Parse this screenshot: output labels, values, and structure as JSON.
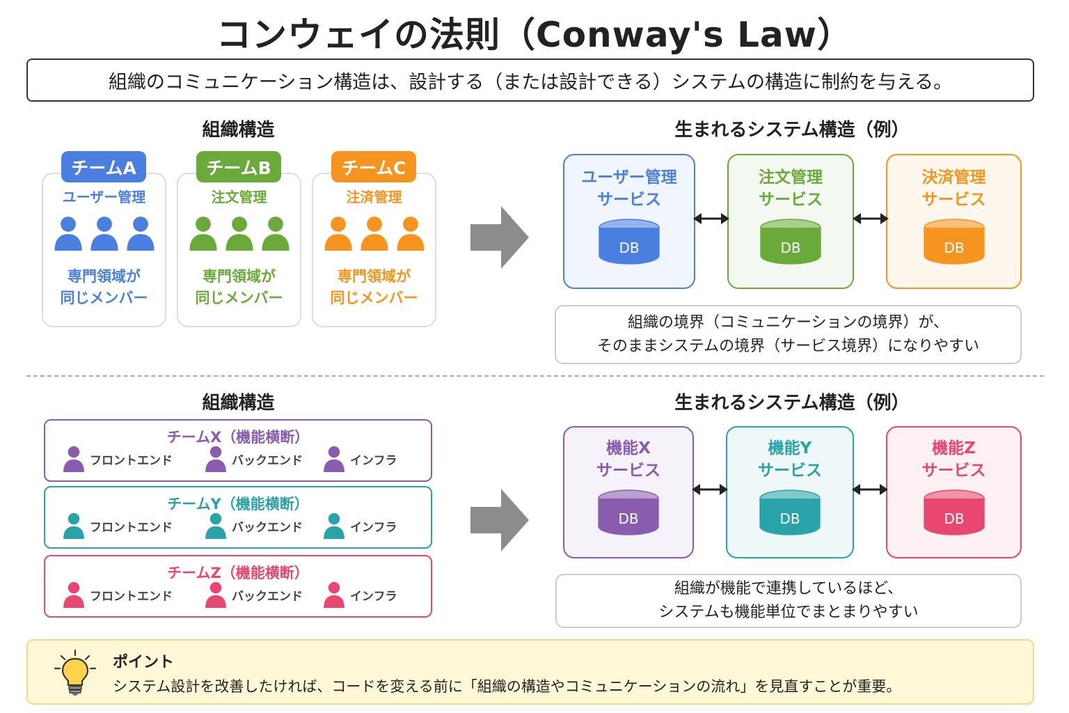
{
  "title": "コンウェイの法則（Conway's Law）",
  "principle": "組織のコミュニケーション構造は、設計する（または設計できる）システムの構造に制約を与える。",
  "section1": {
    "org_title": "組織構造",
    "sys_title": "生まれるシステム構造（例）",
    "teams": [
      {
        "badge": "チームA",
        "role": "ユーザー管理",
        "desc1": "専門領域が",
        "desc2": "同じメンバー",
        "color": "#4a7fe0"
      },
      {
        "badge": "チームB",
        "role": "注文管理",
        "desc1": "専門領域が",
        "desc2": "同じメンバー",
        "color": "#6aaa3a"
      },
      {
        "badge": "チームC",
        "role": "注済管理",
        "desc1": "専門領域が",
        "desc2": "同じメンバー",
        "color": "#f5951f"
      }
    ],
    "services": [
      {
        "line1": "ユーザー管理",
        "line2": "サービス",
        "db": "DB",
        "color": "#4a7fe0"
      },
      {
        "line1": "注文管理",
        "line2": "サービス",
        "db": "DB",
        "color": "#6aaa3a"
      },
      {
        "line1": "決済管理",
        "line2": "サービス",
        "db": "DB",
        "color": "#f5951f"
      }
    ],
    "note1": "組織の境界（コミュニケーションの境界）が、",
    "note2": "そのままシステムの境界（サービス境界）になりやすい"
  },
  "section2": {
    "org_title": "組織構造",
    "sys_title": "生まれるシステム構造（例）",
    "teams": [
      {
        "title": "チームX（機能横断）",
        "members": [
          "フロントエンド",
          "バックエンド",
          "インフラ"
        ],
        "color": "#8a5cb0"
      },
      {
        "title": "チームY（機能横断）",
        "members": [
          "フロントエンド",
          "バックエンド",
          "インフラ"
        ],
        "color": "#2aa3a8"
      },
      {
        "title": "チームZ（機能横断）",
        "members": [
          "フロントエンド",
          "バックエンド",
          "インフラ"
        ],
        "color": "#e8476f"
      }
    ],
    "services": [
      {
        "line1": "機能X",
        "line2": "サービス",
        "db": "DB",
        "color": "#8a5cb0"
      },
      {
        "line1": "機能Y",
        "line2": "サービス",
        "db": "DB",
        "color": "#2aa3a8"
      },
      {
        "line1": "機能Z",
        "line2": "サービス",
        "db": "DB",
        "color": "#e8476f"
      }
    ],
    "note1": "組織が機能で連携しているほど、",
    "note2": "システムも機能単位でまとまりやすい"
  },
  "point": {
    "title": "ポイント",
    "text": "システム設計を改善したければ、コードを変える前に「組織の構造やコミュニケーションの流れ」を見直すことが重要。",
    "icon": "lightbulb-icon"
  }
}
